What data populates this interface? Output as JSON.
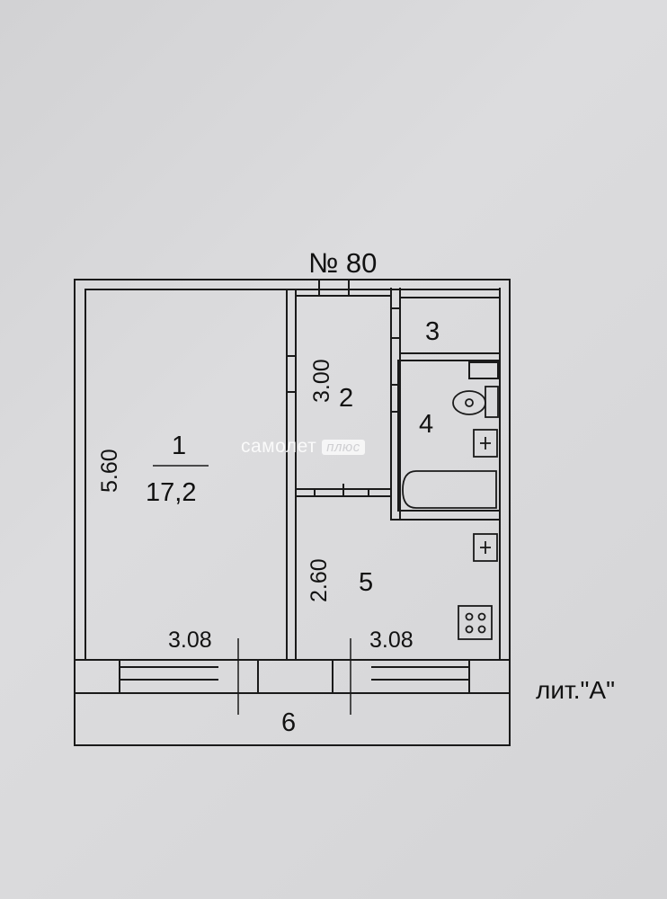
{
  "apartment_label": "№ 80",
  "litera_label": "лит.\"А\"",
  "rooms": [
    {
      "number": "1",
      "area": "17,2"
    },
    {
      "number": "2"
    },
    {
      "number": "3"
    },
    {
      "number": "4"
    },
    {
      "number": "5"
    },
    {
      "number": "6"
    }
  ],
  "dimensions": {
    "room1_height": "5.60",
    "room2_height": "3.00",
    "room5_height": "2.60",
    "room1_width": "3.08",
    "room5_width": "3.08"
  },
  "watermark": {
    "brand": "самолет",
    "suffix": "плюс"
  },
  "icons": [
    "toilet-icon",
    "bathtub-icon",
    "sink-icon",
    "stove-icon"
  ]
}
